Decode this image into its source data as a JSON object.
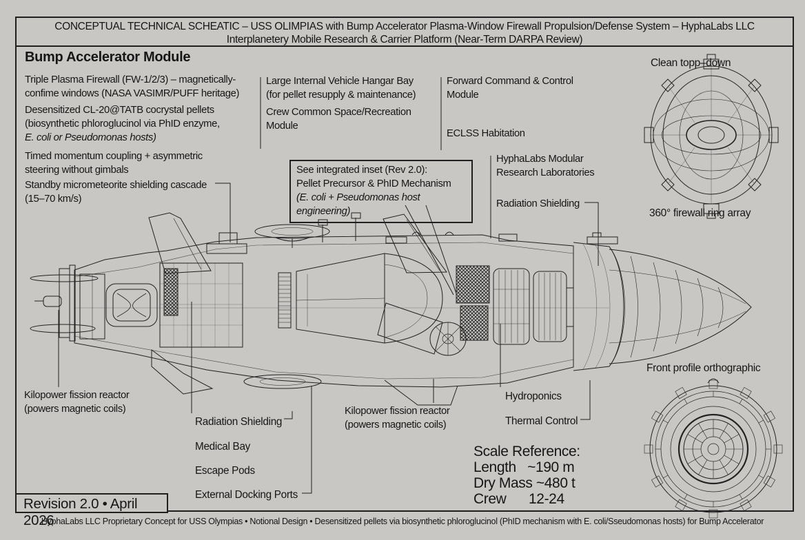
{
  "colors": {
    "background": "#c8c7c4",
    "ink": "#161616",
    "line": "#1f1f1f"
  },
  "title": {
    "line1": "CONCEPTUAL TECHNICAL SCHEATIC – USS OLIMPIAS with Bump Accelerator Plasma-Window Firewall Propulsion/Defense System – HyphaLabs LLC",
    "line2": "Interplanetery Mobile Research & Carrier Platform (Near-Term DARPA Review)"
  },
  "section_heading": "Bump Accelerator Module",
  "left_labels": {
    "plasma_firewall": "Triple Plasma Firewall (FW-1/2/3) – magnetically-\nconfime windows (NASA VASIMR/PUFF heritage)",
    "pellets_main": "Desensitized CL-20@TATB cocrystal pellets\n(biosynthetic phloroglucinol via PhID enzyme,",
    "pellets_italic": "E. coli or Pseudomonas hosts)",
    "momentum": "Timed momentum coupling + asymmetric\nsteering without gimbals",
    "shielding_cascade": "Standby micrometeorite shielding cascade\n(15–70 km/s)"
  },
  "mid_labels": {
    "hangar": "Large Internal Vehicle Hangar Bay\n(for pellet resupply & maintenance)",
    "crew_space": "Crew Common Space/Recreation\nModule",
    "fwd_command": "Forward Command & Control\nModule",
    "eclss": "ECLSS Habitation"
  },
  "inset_box": {
    "line1": "See integrated inset (Rev 2.0):",
    "line2": "Pellet Precursor & PhID Mechanism",
    "line3": "(E. coli + Pseudomonas host engineering)"
  },
  "right_labels": {
    "research_labs": "HyphaLabs Modular\nResearch Laboratories",
    "radiation_shielding": "Radiation Shielding",
    "topdown_caption": "Clean topp–down",
    "ring_array_caption": "360° firewall ring array",
    "front_profile_caption": "Front profile orthographic"
  },
  "bottom_labels": {
    "kilopower_left": "Kilopower fission reactor\n(powers magnetic coils)",
    "radiation_shielding": "Radiation Shielding",
    "medical_bay": "Medical Bay",
    "escape_pods": "Escape Pods",
    "docking_ports": "External Docking Ports",
    "kilopower_mid": "Kilopower fission reactor\n(powers magnetic coils)",
    "hydroponics": "Hydroponics",
    "thermal_control": "Thermal Control"
  },
  "scale_reference": {
    "text": "Scale Reference:\nLength   ~190 m\nDry Mass ~480 t\nCrew      12-24"
  },
  "revision": "Revision 2.0 • April 2026",
  "footer": "HyphaLabs LLC Proprietary Concept for USS Olympias • Notional Design • Desensitized pellets via biosynthetic phloroglucinol (PhID mechanism with E. coli/Sseudomonas hosts) for Bump Accelerator"
}
